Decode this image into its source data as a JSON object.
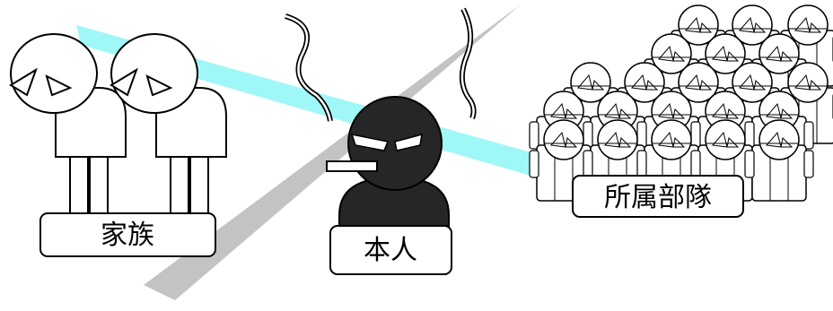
{
  "labels": {
    "family": "家族",
    "self": "本人",
    "unit": "所属部隊"
  },
  "colors": {
    "beam_cyan": "#8ff6f6",
    "beam_gray": "#b9b9b9",
    "figure_dark": "#262626",
    "outline": "#000000"
  }
}
